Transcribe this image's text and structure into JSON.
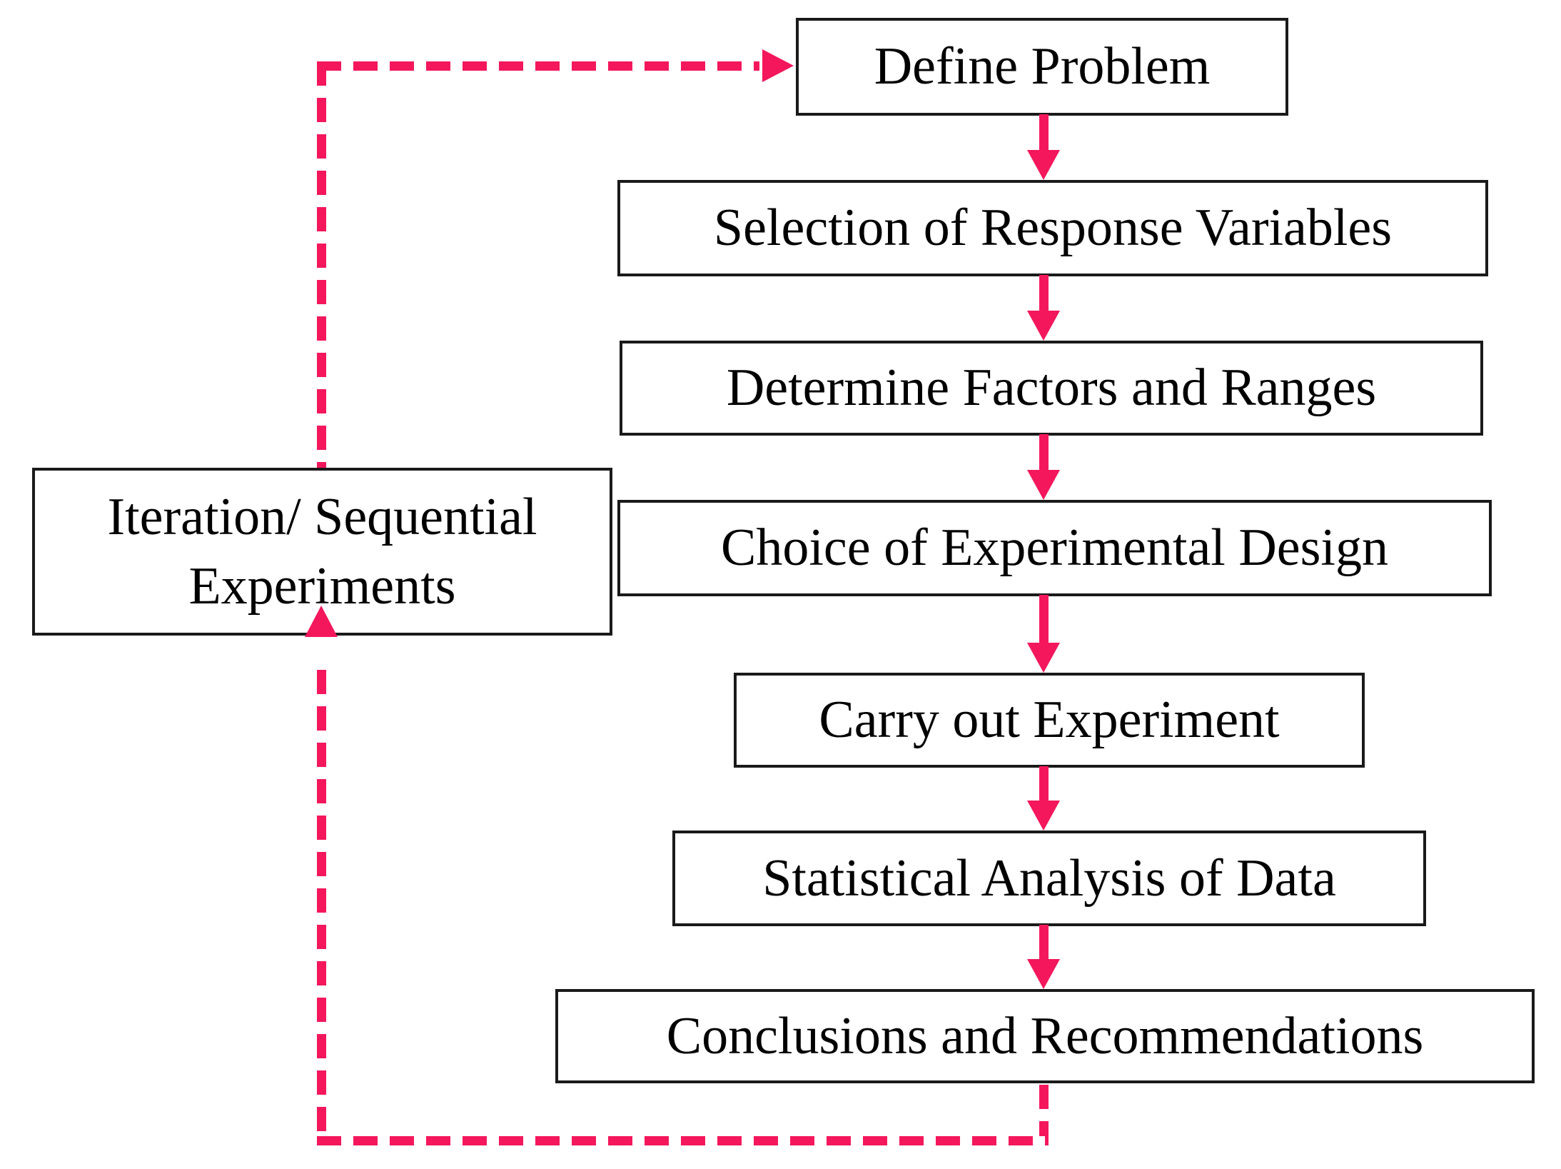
{
  "diagram": {
    "type": "flowchart",
    "background_color": "#FFFFFF",
    "box_border_color": "#1A1A1A",
    "arrow_color": "#F4175C",
    "nodes": {
      "define": {
        "label": "Define Problem"
      },
      "selection": {
        "label": "Selection of Response Variables"
      },
      "determine": {
        "label": "Determine Factors and Ranges"
      },
      "choice": {
        "label": "Choice of Experimental Design"
      },
      "carry": {
        "label": "Carry out Experiment"
      },
      "statistical": {
        "label": "Statistical Analysis of Data"
      },
      "conclusions": {
        "label": "Conclusions and Recommendations"
      },
      "iteration": {
        "label": "Iteration/ Sequential Experiments",
        "lines": [
          "Iteration/ Sequential",
          "Experiments"
        ]
      }
    },
    "edges": {
      "solid_arrows": [
        {
          "from": "define",
          "to": "selection"
        },
        {
          "from": "selection",
          "to": "determine"
        },
        {
          "from": "determine",
          "to": "choice"
        },
        {
          "from": "choice",
          "to": "carry"
        },
        {
          "from": "carry",
          "to": "statistical"
        },
        {
          "from": "statistical",
          "to": "conclusions"
        }
      ],
      "dashed_feedback_loop": [
        {
          "from": "conclusions",
          "to": "iteration"
        },
        {
          "from": "iteration",
          "to": "define"
        }
      ]
    }
  }
}
